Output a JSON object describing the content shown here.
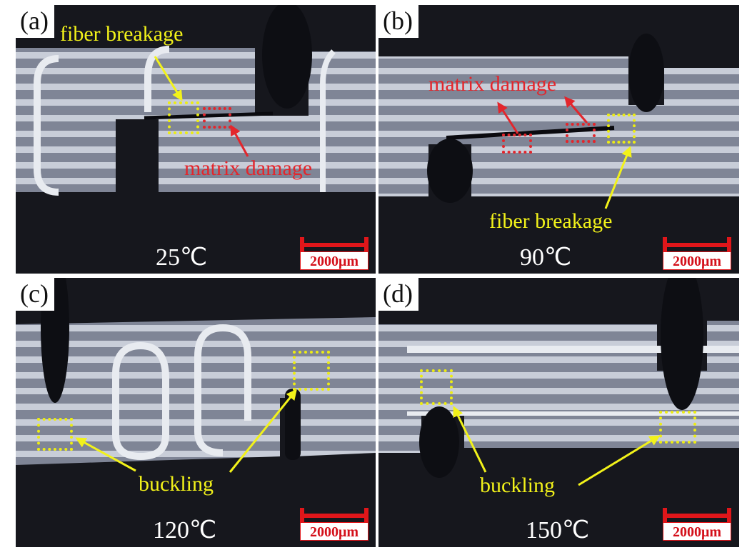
{
  "panels": {
    "a": {
      "label": "(a)",
      "temperature": "25℃",
      "scale": "2000μm",
      "ann1": "fiber breakage",
      "ann2": "matrix damage"
    },
    "b": {
      "label": "(b)",
      "temperature": "90℃",
      "scale": "2000μm",
      "ann1": "matrix damage",
      "ann2": "fiber breakage"
    },
    "c": {
      "label": "(c)",
      "temperature": "120℃",
      "scale": "2000μm",
      "ann1": "buckling"
    },
    "d": {
      "label": "(d)",
      "temperature": "150℃",
      "scale": "2000μm",
      "ann1": "buckling"
    }
  },
  "colors": {
    "annotation_yellow": "#f2f21a",
    "annotation_red": "#e3262c",
    "scale_red": "#e0161a"
  }
}
